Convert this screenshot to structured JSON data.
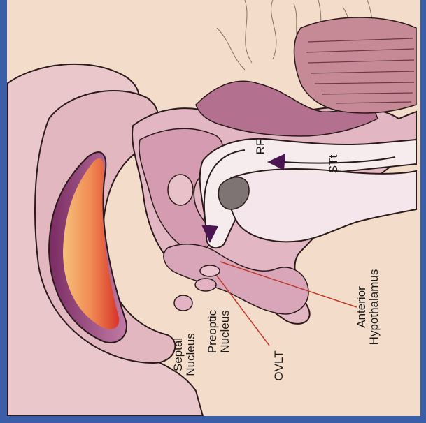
{
  "labels": {
    "rf": "RF",
    "stt": "STt",
    "septal_line1": "Septal",
    "septal_line2": "Nucleus",
    "preoptic_line1": "Preoptic",
    "preoptic_line2": "Nucleus",
    "ovlt": "OVLT",
    "anterior_line1": "Anterior",
    "anterior_line2": "Hypothalamus"
  },
  "colors": {
    "border": "#3a5fa8",
    "background": "#f3dcc9",
    "tissue_pink": "#e8c3c8",
    "tissue_mid": "#d9a2b3",
    "tissue_dark": "#b46e8f",
    "ventricle_orange": "#f0945a",
    "ventricle_red": "#d9382a",
    "arrow": "#4a1550",
    "pointer_line": "#c0392b"
  }
}
